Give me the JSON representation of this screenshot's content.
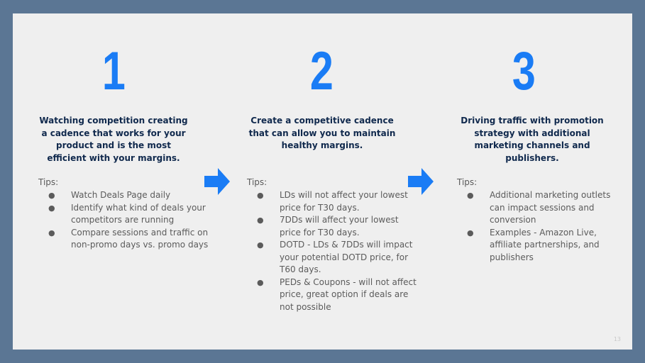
{
  "steps": [
    {
      "number": "1",
      "heading": "Watching competition creating a cadence that works for your product and is the most efficient with your margins.",
      "tips_label": "Tips:",
      "tips": [
        "Watch Deals Page daily",
        "Identify what kind of deals your competitors are running",
        "Compare sessions and traffic on non-promo days vs. promo days"
      ]
    },
    {
      "number": "2",
      "heading": "Create a competitive cadence that can allow you to maintain healthy margins.",
      "tips_label": "Tips:",
      "tips": [
        "LDs will not affect your lowest price for T30 days.",
        "7DDs will affect your lowest price for T30 days.",
        "DOTD - LDs & 7DDs will impact your potential DOTD price, for T60 days.",
        "PEDs & Coupons - will not affect price, great option if deals are not possible"
      ]
    },
    {
      "number": "3",
      "heading": "Driving traffic with promotion strategy with additional marketing channels and publishers.",
      "tips_label": "Tips:",
      "tips": [
        "Additional marketing outlets can impact sessions and conversion",
        "Examples - Amazon Live, affiliate partnerships, and publishers"
      ]
    }
  ],
  "bullet_char": "●",
  "page_number": "13",
  "colors": {
    "frame": "#5b7694",
    "slide": "#efefef",
    "accent_blue": "#1a7cf5",
    "heading": "#10294d",
    "body": "#5b5b5b"
  },
  "icons": [
    "arrow-right-icon",
    "arrow-right-icon"
  ]
}
